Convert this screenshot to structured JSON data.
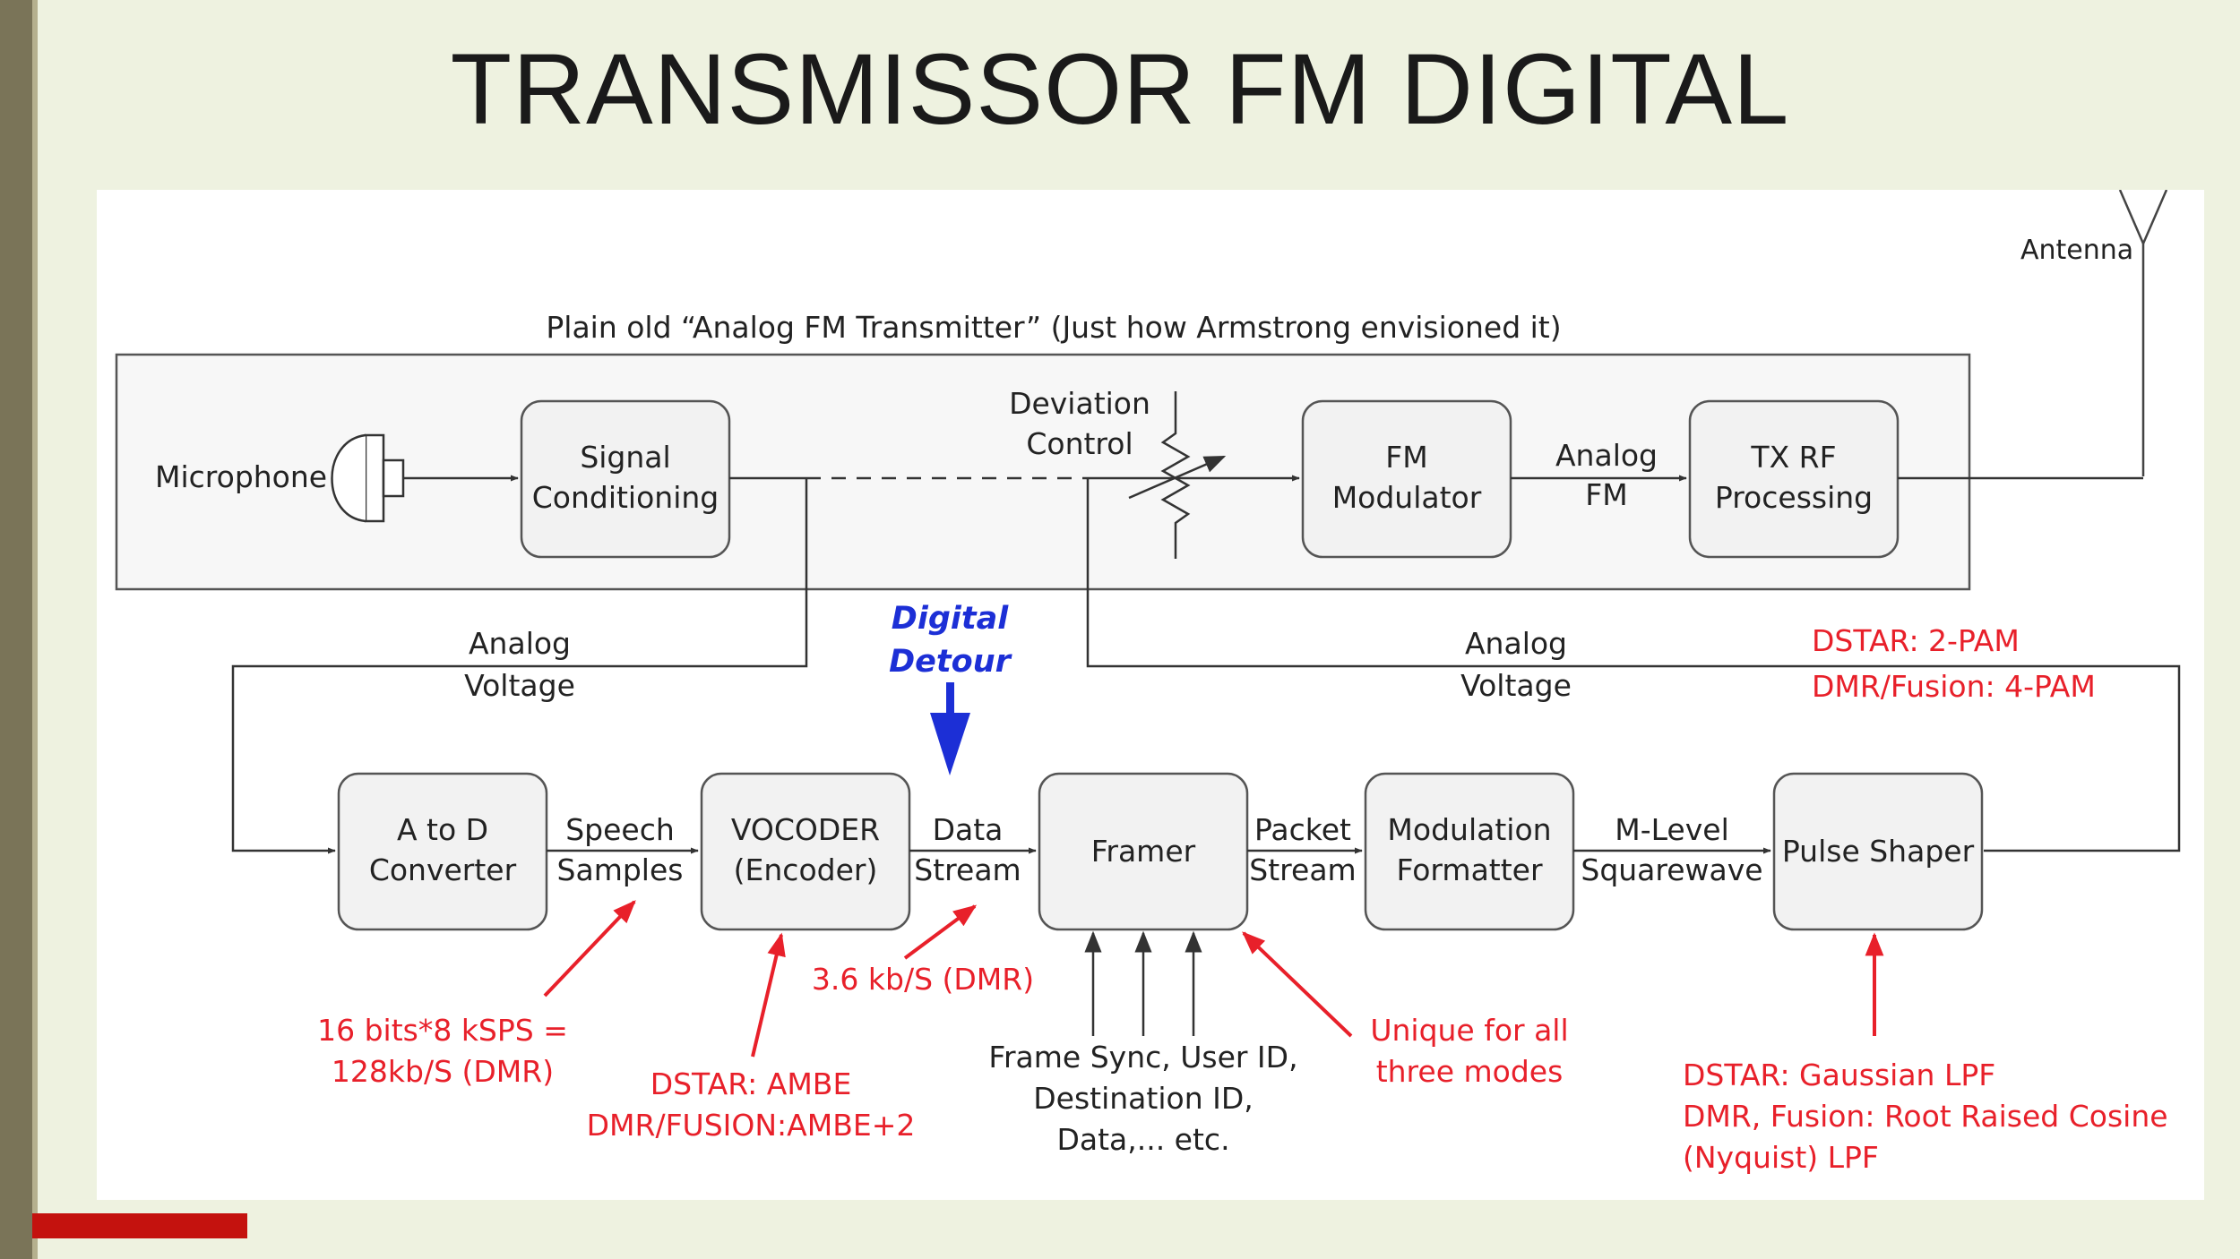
{
  "slide": {
    "title": "TRANSMISSOR FM DIGITAL"
  },
  "diagram": {
    "analog_section_label": "Plain old “Analog FM Transmitter” (Just how Armstrong envisioned it)",
    "antenna_label": "Antenna",
    "microphone_label": "Microphone",
    "blocks": {
      "signal_conditioning": [
        "Signal",
        "Conditioning"
      ],
      "fm_modulator": [
        "FM",
        "Modulator"
      ],
      "tx_rf_processing": [
        "TX RF",
        "Processing"
      ],
      "a_to_d": [
        "A to D",
        "Converter"
      ],
      "vocoder": [
        "VOCODER",
        "(Encoder)"
      ],
      "framer": [
        "Framer"
      ],
      "modulation_formatter": [
        "Modulation",
        "Formatter"
      ],
      "pulse_shaper": [
        "Pulse Shaper"
      ]
    },
    "signals": {
      "deviation_control": [
        "Deviation",
        "Control"
      ],
      "analog_fm": [
        "Analog",
        "FM"
      ],
      "analog_voltage_left": [
        "Analog",
        "Voltage"
      ],
      "analog_voltage_right": [
        "Analog",
        "Voltage"
      ],
      "speech_samples": [
        "Speech",
        "Samples"
      ],
      "data_stream": [
        "Data",
        "Stream"
      ],
      "packet_stream": [
        "Packet",
        "Stream"
      ],
      "m_level_squarewave": [
        "M-Level",
        "Squarewave"
      ]
    },
    "digital_detour": [
      "Digital",
      "Detour"
    ],
    "framer_inputs": [
      "Frame Sync, User ID,",
      "Destination ID,",
      "Data,... etc."
    ],
    "annotations": {
      "pam": [
        "DSTAR: 2-PAM",
        "DMR/Fusion: 4-PAM"
      ],
      "bitrate_in": [
        "16 bits*8 kSPS =",
        "128kb/S (DMR)"
      ],
      "bitrate_out": [
        "3.6 kb/S (DMR)"
      ],
      "codec": [
        "DSTAR: AMBE",
        "DMR/FUSION:AMBE+2"
      ],
      "framer_note": [
        "Unique for all",
        "three modes"
      ],
      "filter": [
        "DSTAR: Gaussian LPF",
        "DMR, Fusion: Root Raised Cosine",
        "(Nyquist) LPF"
      ]
    },
    "colors": {
      "annotation": "#e8202a",
      "detour": "#1c2fd6",
      "line": "#333333"
    }
  }
}
